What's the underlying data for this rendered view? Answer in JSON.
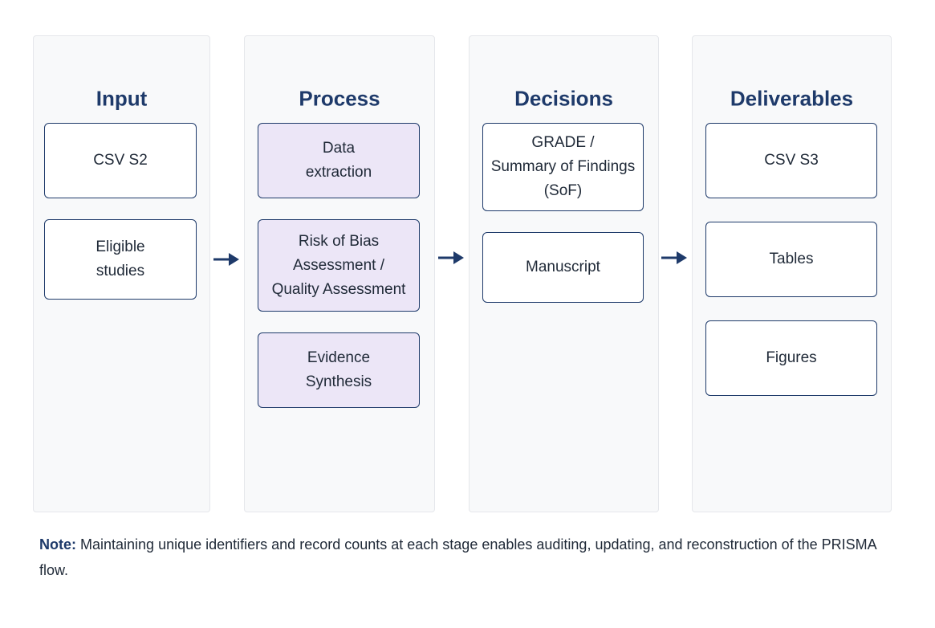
{
  "columns": [
    {
      "title": "Input",
      "boxes": [
        "CSV S2",
        "Eligible\nstudies"
      ]
    },
    {
      "title": "Process",
      "boxes": [
        "Data\nextraction",
        "Risk of Bias\nAssessment /\nQuality Assessment",
        "Evidence\nSynthesis"
      ]
    },
    {
      "title": "Decisions",
      "boxes": [
        "GRADE /\nSummary of Findings\n(SoF)",
        "Manuscript"
      ]
    },
    {
      "title": "Deliverables",
      "boxes": [
        "CSV S3",
        "Tables",
        "Figures"
      ]
    }
  ],
  "note": {
    "label": "Note:",
    "text": "Maintaining unique identifiers and record counts at each stage enables auditing, updating, and reconstruction of the PRISMA flow."
  },
  "colors": {
    "accent": "#1e3a6a",
    "process_fill": "#ece6f7",
    "panel": "#f8f9fa"
  }
}
